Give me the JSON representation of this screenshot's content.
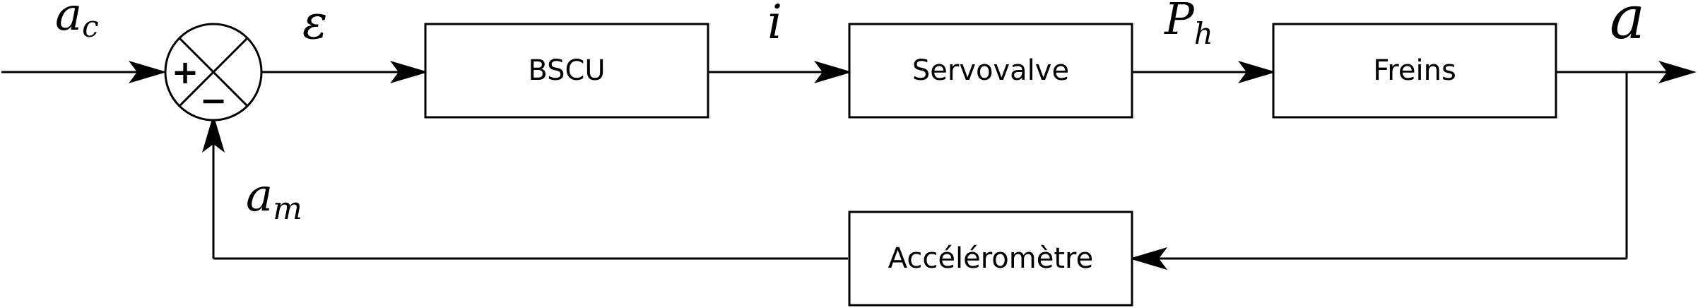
{
  "blocks": {
    "bscu": "BSCU",
    "servovalve": "Servovalve",
    "freins": "Freins",
    "accelerometre": "Accéléromètre"
  },
  "summing_junction": {
    "plus": "+",
    "minus": "−"
  },
  "signals": {
    "command": {
      "main": "a",
      "sub": "c"
    },
    "error": {
      "main": "ε"
    },
    "current": {
      "main": "i"
    },
    "pressure": {
      "main": "P",
      "sub": "h"
    },
    "output": {
      "main": "a"
    },
    "measured": {
      "main": "a",
      "sub": "m"
    }
  }
}
